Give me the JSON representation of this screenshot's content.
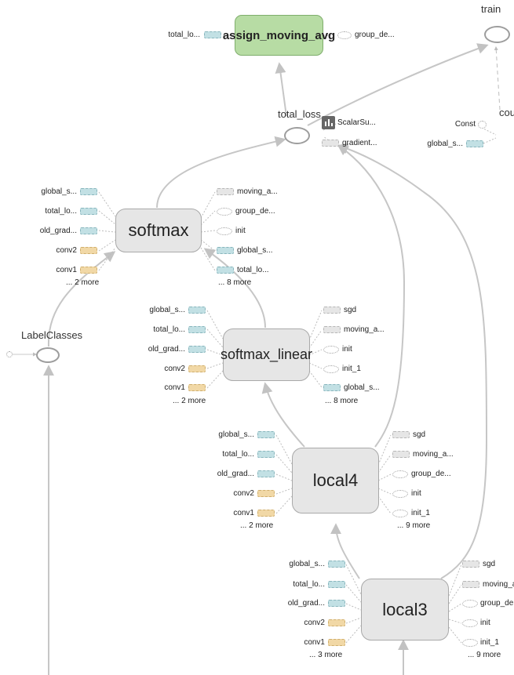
{
  "nodes": {
    "assign_moving_avg": "assign_moving_avg",
    "total_loss": "total_loss",
    "train": "train",
    "cou": "cou",
    "softmax": "softmax",
    "softmax_linear": "softmax_linear",
    "local4": "local4",
    "local3": "local3",
    "label_classes": "LabelClasses"
  },
  "top": {
    "total_lo": "total_lo...",
    "group_de": "group_de...",
    "scalar": "ScalarSu...",
    "gradient": "gradient...",
    "const": "Const",
    "global_s": "global_s..."
  },
  "softmax": {
    "inputs": [
      "global_s...",
      "total_lo...",
      "old_grad...",
      "conv2",
      "conv1"
    ],
    "inputs_more": "... 2 more",
    "outputs": [
      "moving_a...",
      "group_de...",
      "init",
      "global_s...",
      "total_lo..."
    ],
    "outputs_more": "... 8 more"
  },
  "softmax_linear": {
    "inputs": [
      "global_s...",
      "total_lo...",
      "old_grad...",
      "conv2",
      "conv1"
    ],
    "inputs_more": "... 2 more",
    "outputs": [
      "sgd",
      "moving_a...",
      "init",
      "init_1",
      "global_s..."
    ],
    "outputs_more": "... 8 more"
  },
  "local4": {
    "inputs": [
      "global_s...",
      "total_lo...",
      "old_grad...",
      "conv2",
      "conv1"
    ],
    "inputs_more": "... 2 more",
    "outputs": [
      "sgd",
      "moving_a...",
      "group_de...",
      "init",
      "init_1"
    ],
    "outputs_more": "... 9 more"
  },
  "local3": {
    "inputs": [
      "global_s...",
      "total_lo...",
      "old_grad...",
      "conv2",
      "conv1"
    ],
    "inputs_more": "... 3 more",
    "outputs": [
      "sgd",
      "moving_a...",
      "group_de...",
      "init",
      "init_1"
    ],
    "outputs_more": "... 9 more"
  }
}
